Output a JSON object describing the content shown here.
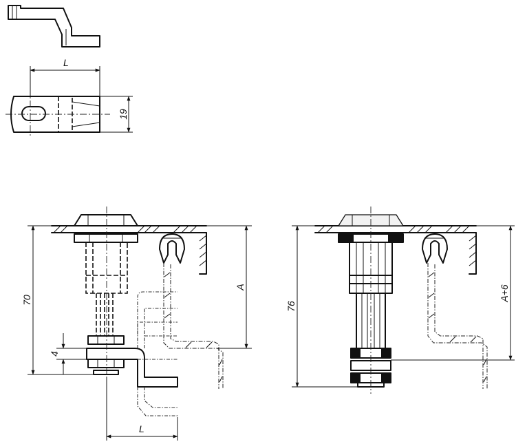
{
  "figure": {
    "labels": {
      "top_length": "L",
      "top_width": "19",
      "left_overall": "70",
      "left_a": "A",
      "left_thickness": "4",
      "left_length": "L",
      "right_overall": "76",
      "right_a_plus": "A+6"
    }
  }
}
